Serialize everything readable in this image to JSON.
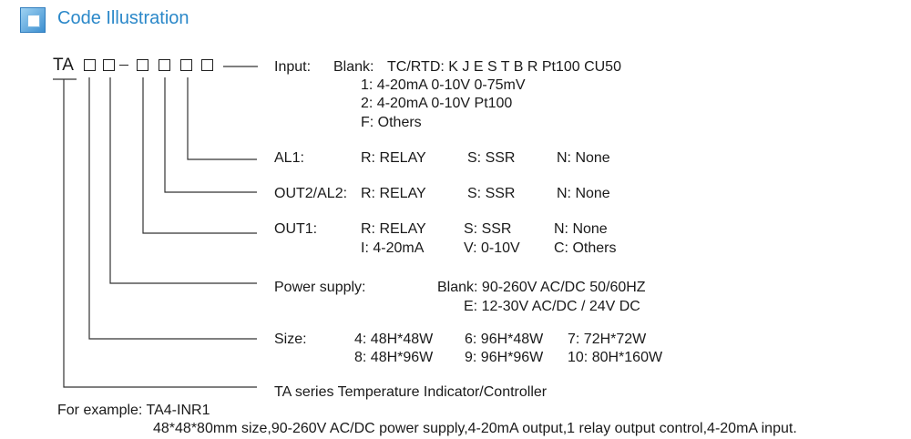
{
  "header": {
    "title": "Code Illustration"
  },
  "code": {
    "prefix": "TA"
  },
  "input": {
    "label": "Input:",
    "blank_label": "Blank:",
    "blank_value": "TC/RTD: K J E S T B R Pt100 CU50",
    "opt1": "1:  4-20mA  0-10V  0-75mV",
    "opt2": "2:  4-20mA 0-10V Pt100",
    "optF": "F:  Others"
  },
  "al1": {
    "label": "AL1:",
    "r": "R: RELAY",
    "s": "S: SSR",
    "n": "N:  None"
  },
  "out2": {
    "label": "OUT2/AL2:",
    "r": "R: RELAY",
    "s": "S: SSR",
    "n": "N:  None"
  },
  "out1": {
    "label": "OUT1:",
    "r": "R: RELAY",
    "s": "S: SSR",
    "n": "N:  None",
    "i": "I: 4-20mA",
    "v": "V: 0-10V",
    "c": "C: Others"
  },
  "power": {
    "label": "Power supply:",
    "blank": "Blank:  90-260V AC/DC    50/60HZ",
    "e": "E:  12-30V AC/DC / 24V DC"
  },
  "size": {
    "label": "Size:",
    "s4": "4: 48H*48W",
    "s6": "6: 96H*48W",
    "s7": "7: 72H*72W",
    "s8": "8: 48H*96W",
    "s9": "9: 96H*96W",
    "s10": "10: 80H*160W"
  },
  "series": {
    "label": "TA series Temperature Indicator/Controller"
  },
  "example": {
    "line1": "For example: TA4-INR1",
    "line2": "48*48*80mm size,90-260V AC/DC power supply,4-20mA output,1 relay output control,4-20mA input."
  }
}
